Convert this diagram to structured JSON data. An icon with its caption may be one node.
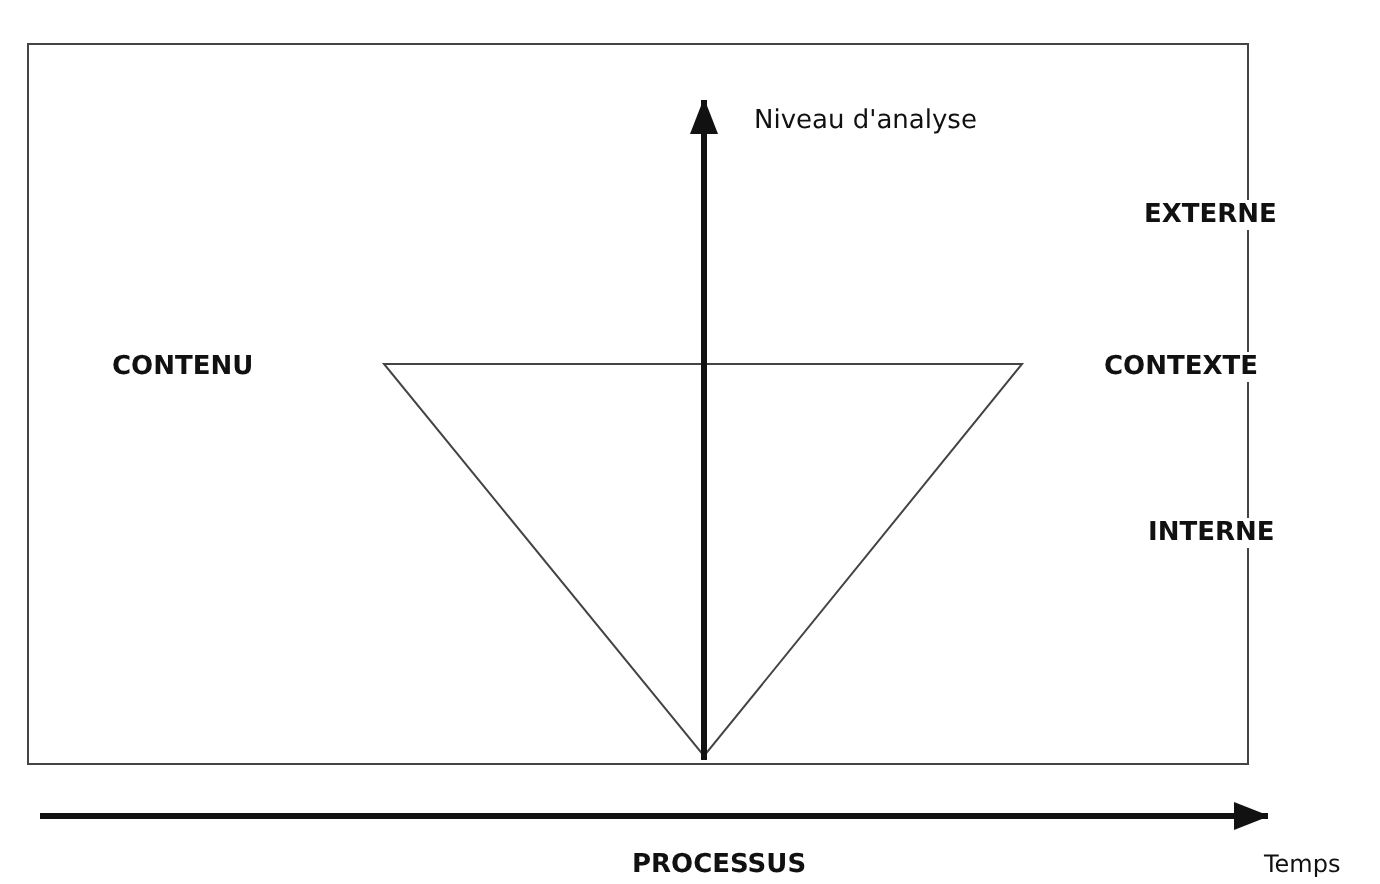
{
  "diagram": {
    "labels": [
      "Niveau d'analyse",
      "EXTERNE",
      "CONTENU",
      "CONTEXTE",
      "INTERNE",
      "PROCESSUS",
      "Temps"
    ]
  }
}
